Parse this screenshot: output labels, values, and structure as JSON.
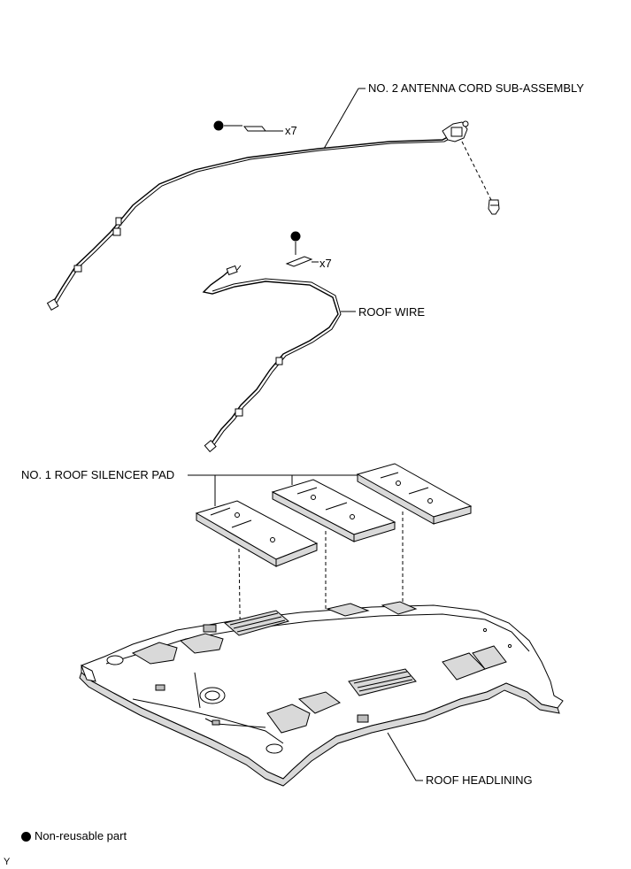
{
  "labels": {
    "antenna_cord": "NO. 2 ANTENNA CORD SUB-ASSEMBLY",
    "roof_wire": "ROOF WIRE",
    "silencer_pad": "NO. 1 ROOF SILENCER PAD",
    "headlining": "ROOF HEADLINING",
    "qty_antenna_clips": "x7",
    "qty_wire_clips": "x7"
  },
  "legend": {
    "non_reusable": "Non-reusable part",
    "symbol": "black-dot-icon"
  },
  "corner_mark": "Y",
  "colors": {
    "line": "#000000",
    "background": "#ffffff",
    "shade": "#d9d9d9"
  }
}
